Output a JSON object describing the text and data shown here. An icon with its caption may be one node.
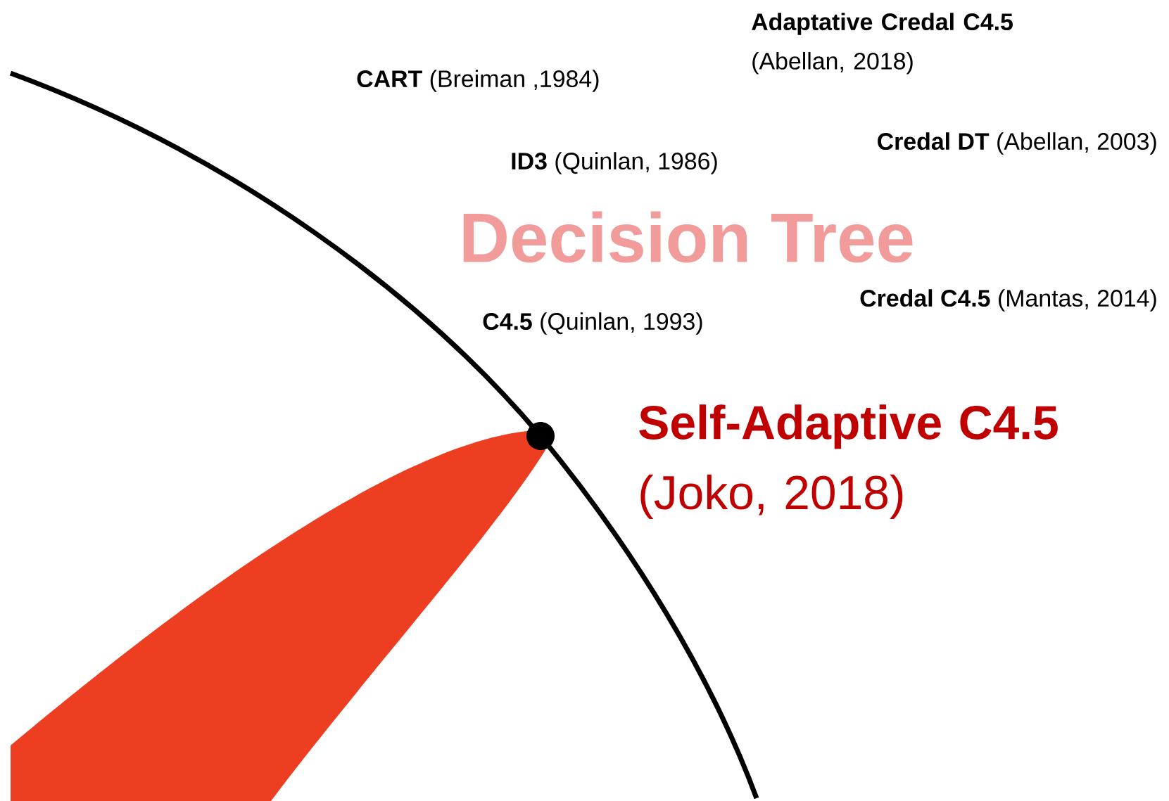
{
  "diagram": {
    "title": "Decision Tree",
    "labels": [
      "**Adaptative Credal C4.5** (Abellan, 2018)",
      "**CART** (Breiman ,1984)",
      "**Credal DT** (Abellan, 2003)",
      "**ID3** (Quinlan, 1986)",
      "**Credal C4.5** (Mantas, 2014)",
      "**C4.5** (Quinlan, 1993)",
      "**Self-Adaptive C4.5** (Joko, 2018)"
    ]
  }
}
